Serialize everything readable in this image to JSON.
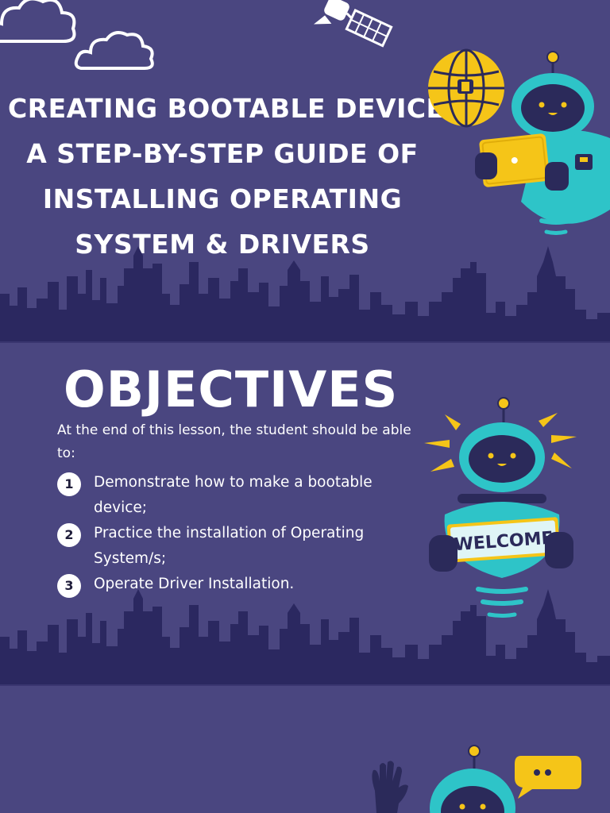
{
  "slide1": {
    "title_lines": [
      "CREATING BOOTABLE DEVICE:",
      "A STEP-BY-STEP GUIDE OF",
      "INSTALLING OPERATING",
      "SYSTEM & DRIVERS"
    ]
  },
  "slide2": {
    "heading": "OBJECTIVES",
    "intro": "At the end of this lesson, the student should be able to:",
    "objectives": [
      {
        "num": "1",
        "text": "Demonstrate how to make a bootable device;"
      },
      {
        "num": "2",
        "text": "Practice the installation of Operating System/s;"
      },
      {
        "num": "3",
        "text": "Operate Driver Installation."
      }
    ],
    "sign_text": "WELCOME"
  },
  "colors": {
    "background": "#4a4680",
    "skyline": "#2b2860",
    "robot_teal": "#2ec4c8",
    "robot_dark": "#2b2a5a",
    "accent_yellow": "#f5c518",
    "text": "#ffffff"
  },
  "icons": [
    "cloud-icon",
    "satellite-icon",
    "globe-icon",
    "robot-icon",
    "laptop-icon",
    "chat-bubble-icon",
    "hand-icon"
  ]
}
